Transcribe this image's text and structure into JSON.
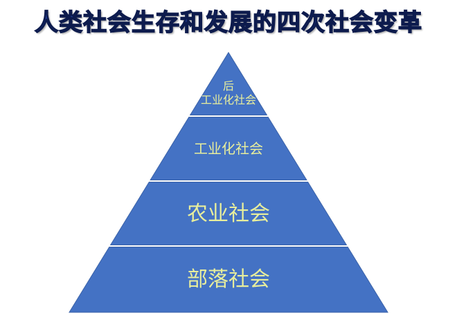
{
  "title": "人类社会生存和发展的四次社会变革",
  "colors": {
    "tier_fill": "#4472c4",
    "tier_stroke": "#3a62a8",
    "separator": "#ffffff",
    "label_text": "#e8ee9c",
    "title_fill": "#1f3a93"
  },
  "tiers": [
    {
      "lines": [
        "后",
        "工业化社会"
      ]
    },
    {
      "lines": [
        "工业化社会"
      ]
    },
    {
      "lines": [
        "农业社会"
      ]
    },
    {
      "lines": [
        "部落社会"
      ]
    }
  ]
}
